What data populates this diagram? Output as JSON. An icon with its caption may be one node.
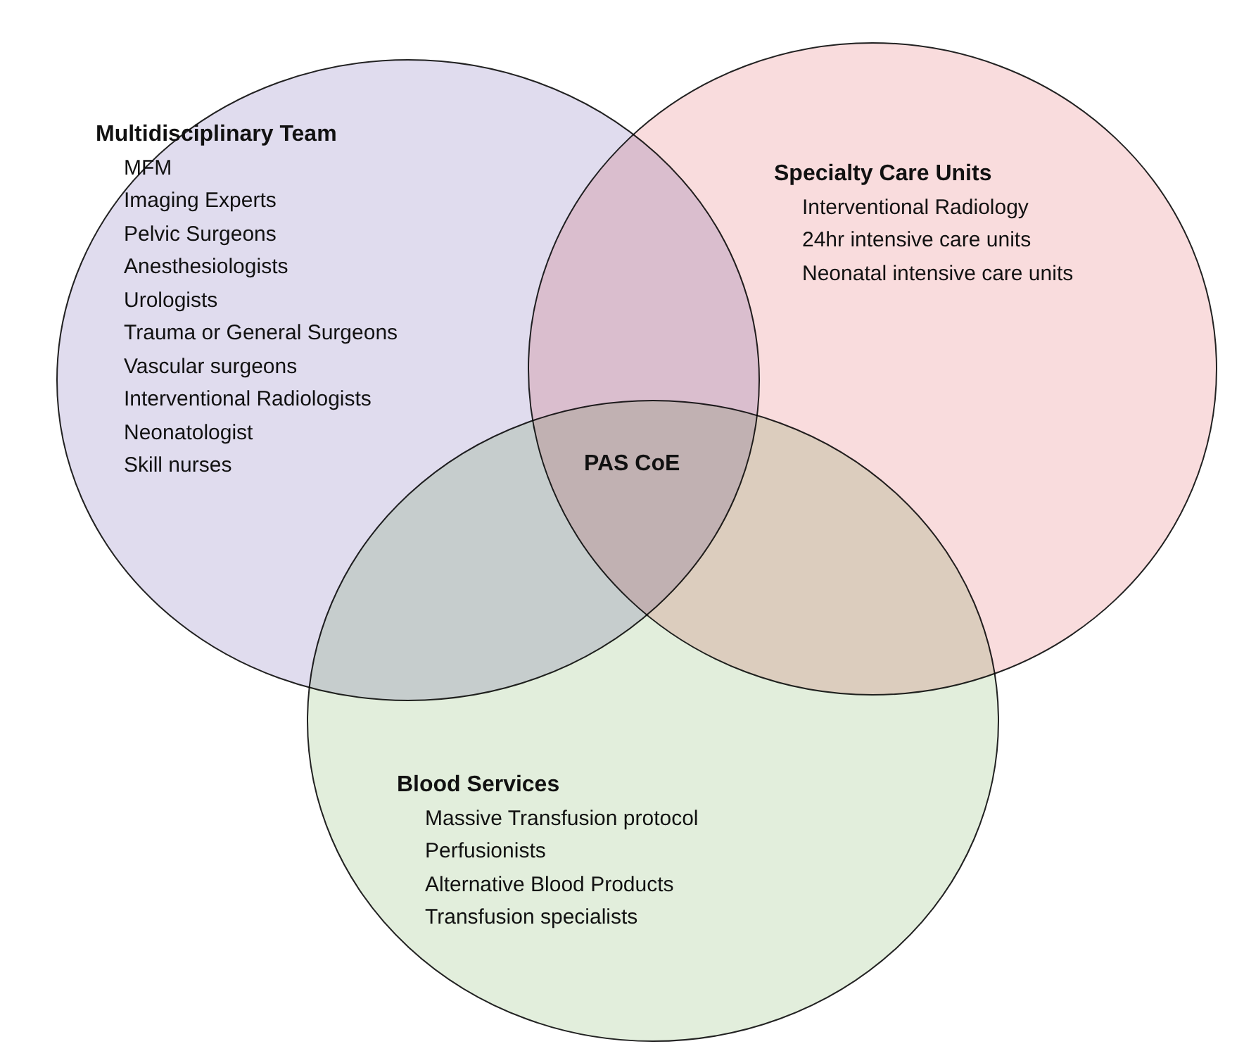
{
  "diagram": {
    "nodes": [
      {
        "text": [
          "Multidisciplinary Team",
          "MFM",
          "Imaging Experts",
          "Pelvic Surgeons",
          "Anesthesiologists",
          "Urologists",
          "Trauma or General Surgeons",
          "Vascular surgeons",
          "Interventional Radiologists",
          "Neonatologist",
          "Skill nurses"
        ]
      },
      {
        "text": [
          "Specialty Care Units",
          "Interventional Radiology",
          "24hr intensive care units",
          "Neonatal intensive care units"
        ]
      },
      {
        "text": [
          "Blood Services",
          "Massive Transfusion protocol",
          "Perfusionists",
          "Alternative Blood Products",
          "Transfusion specialists"
        ]
      }
    ],
    "labels": [
      "PAS CoE"
    ]
  }
}
